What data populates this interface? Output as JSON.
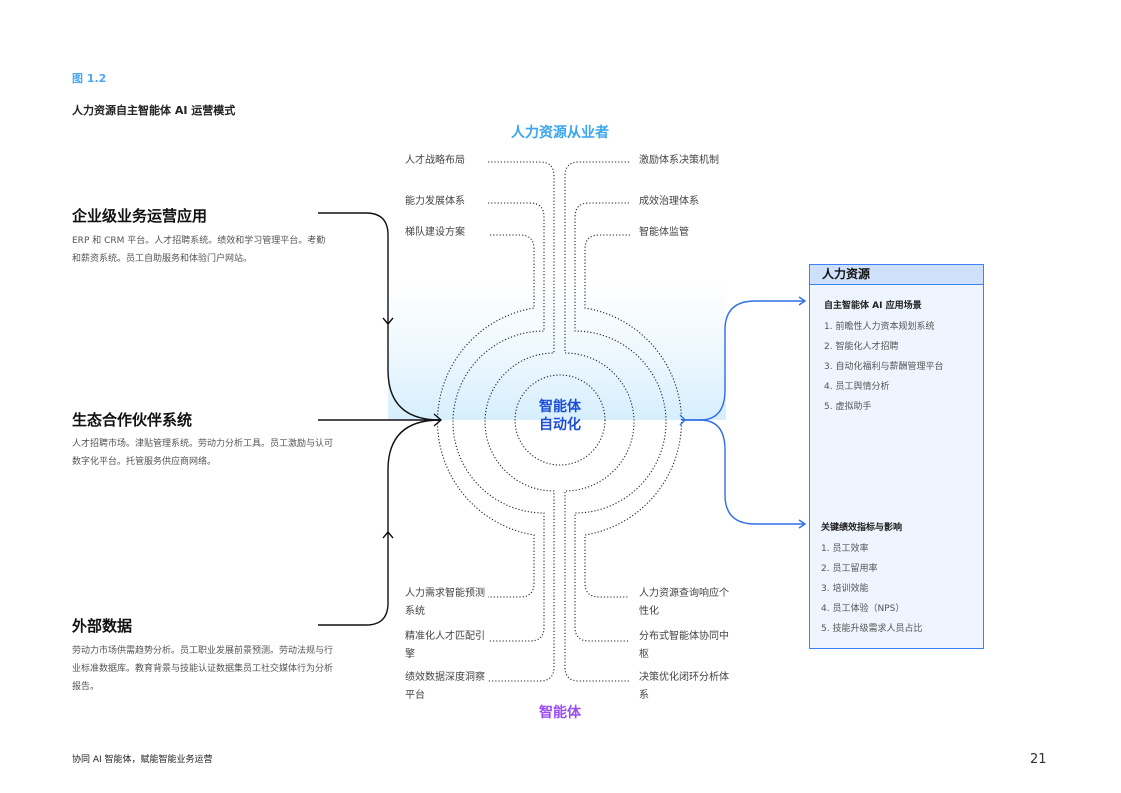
{
  "figure": {
    "number": "图 1.2",
    "title": "人力资源自主智能体 AI 运营模式"
  },
  "left_sections": [
    {
      "title": "企业级业务运营应用",
      "body": "ERP 和 CRM 平台。人才招聘系统。绩效和学习管理平台。考勤和薪资系统。员工自助服务和体验门户网站。"
    },
    {
      "title": "生态合作伙伴系统",
      "body": "人才招聘市场。津贴管理系统。劳动力分析工具。员工激励与认可数字化平台。托管服务供应商网络。"
    },
    {
      "title": "外部数据",
      "body": "劳动力市场供需趋势分析。员工职业发展前景预测。劳动法规与行业标准数据库。教育背景与技能认证数据集员工社交媒体行为分析报告。"
    }
  ],
  "diagram": {
    "top_title": "人力资源从业者",
    "bottom_title": "智能体",
    "center": [
      "智能体",
      "自动化"
    ],
    "top_left": [
      "人才战略布局",
      "能力发展体系",
      "梯队建设方案"
    ],
    "top_right": [
      "激励体系决策机制",
      "成效治理体系",
      "智能体监管"
    ],
    "bottom_left": [
      "人力需求智能预测系统",
      "精准化人才匹配引擎",
      "绩效数据深度洞察平台"
    ],
    "bottom_right": [
      "人力资源查询响应个性化",
      "分布式智能体协同中枢",
      "决策优化闭环分析体系"
    ]
  },
  "hr_box": {
    "title": "人力资源",
    "sections": [
      {
        "title": "自主智能体 AI 应用场景",
        "items": [
          "1.  前瞻性人力资本规划系统",
          "2.  智能化人才招聘",
          "3.  自动化福利与薪酬管理平台",
          "4.  员工舆情分析",
          "5.  虚拟助手"
        ]
      },
      {
        "title": "关键绩效指标与影响",
        "items": [
          "1.  员工效率",
          "2.  员工留用率",
          "3.  培训效能",
          "4.  员工体验（NPS）",
          "5.  技能升级需求人员占比"
        ]
      }
    ]
  },
  "footer": {
    "text": "协同 AI 智能体，赋能智能业务运营",
    "page": "21"
  },
  "colors": {
    "accent_blue": "#3b82f6",
    "title_blue": "#3aa6f0",
    "purple": "#9b4df5",
    "center_blue": "#1d4ed8"
  }
}
